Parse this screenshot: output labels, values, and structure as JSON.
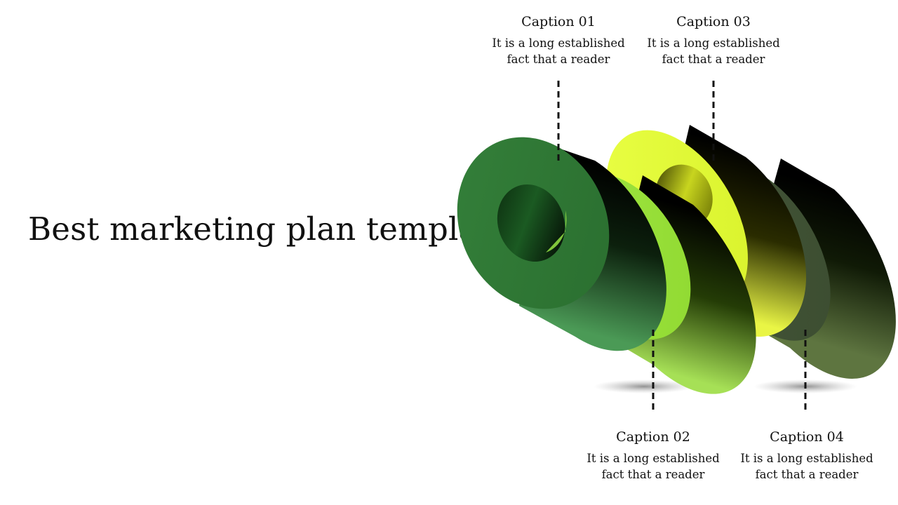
{
  "slide": {
    "title": "Best marketing plan template"
  },
  "captions": [
    {
      "id": "01",
      "title": "Caption 01",
      "text_line1": "It is a long established",
      "text_line2": "fact that  a reader",
      "color": "#2f7a33"
    },
    {
      "id": "02",
      "title": "Caption 02",
      "text_line1": "It is a long established",
      "text_line2": "fact that  a reader",
      "color": "#9fe43a"
    },
    {
      "id": "03",
      "title": "Caption 03",
      "text_line1": "It is a long established",
      "text_line2": "fact that  a reader",
      "color": "#e7ff3a"
    },
    {
      "id": "04",
      "title": "Caption 04",
      "text_line1": "It is a long established",
      "text_line2": "fact that  a reader",
      "color": "#45583a"
    }
  ],
  "icons": {
    "cylinder_1": "dark-green-ring-cylinder-icon",
    "cylinder_2": "lime-green-cylinder-icon",
    "cylinder_3": "yellow-ring-cylinder-icon",
    "cylinder_4": "olive-cylinder-icon"
  }
}
